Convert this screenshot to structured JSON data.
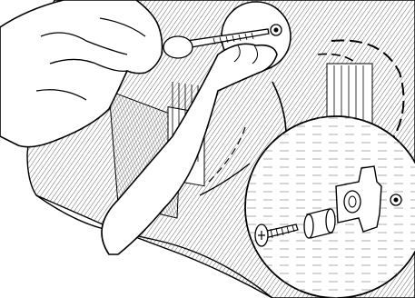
{
  "illustration": {
    "style": "black-and-white technical line drawing",
    "palette": {
      "ink": "#000000",
      "paper": "#ffffff",
      "hatch": "#555555"
    },
    "parts": [
      "device-housing",
      "left-hand",
      "right-hand",
      "screwdriver",
      "screw-hole-callout",
      "detail-magnifier",
      "screw",
      "wall-anchor",
      "mounting-clip"
    ]
  }
}
